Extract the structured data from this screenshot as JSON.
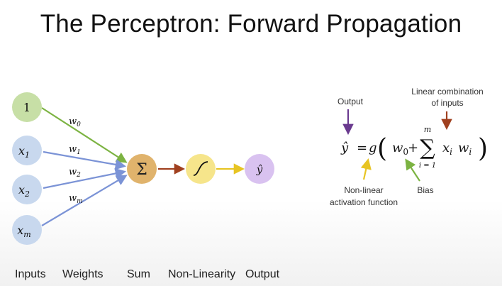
{
  "title": "The Perceptron: Forward Propagation",
  "inputs": {
    "bias": "1",
    "x1": {
      "base": "x",
      "sub": "1"
    },
    "x2": {
      "base": "x",
      "sub": "2"
    },
    "xm": {
      "base": "x",
      "sub": "m"
    }
  },
  "weights": {
    "w0": {
      "base": "w",
      "sub": "0"
    },
    "w1": {
      "base": "w",
      "sub": "1"
    },
    "w2": {
      "base": "w",
      "sub": "2"
    },
    "wm": {
      "base": "w",
      "sub": "m"
    }
  },
  "sum_symbol": "Σ",
  "output_symbol": "ŷ",
  "bottom_labels": {
    "inputs": "Inputs",
    "weights": "Weights",
    "sum": "Sum",
    "nonlinearity": "Non-Linearity",
    "output": "Output"
  },
  "equation": {
    "yhat": "ŷ",
    "equals": "=",
    "g": "g",
    "lparen": "(",
    "w": "w",
    "w_sub": "0",
    "plus": "+",
    "sum": "∑",
    "sum_top": "m",
    "sum_bottom": "i = 1",
    "x": "x",
    "x_sub": "i",
    "w2": "w",
    "w2_sub": "i",
    "rparen": ")"
  },
  "annotations": {
    "output": "Output",
    "linear_line1": "Linear combination",
    "linear_line2": "of inputs",
    "activation_line1": "Non-linear",
    "activation_line2": "activation function",
    "bias": "Bias"
  },
  "colors": {
    "bias_node": "#c7dfa6",
    "input_node": "#c8d8ee",
    "sum_node": "#e0b36c",
    "activation_node": "#f6e58b",
    "output_node": "#d9c2f0",
    "green_arrow": "#7cb342",
    "blue_arrow": "#7b93d6",
    "red_arrow": "#a0401f",
    "yellow_arrow": "#e7c423",
    "purple_arrow": "#6a3a8f"
  }
}
